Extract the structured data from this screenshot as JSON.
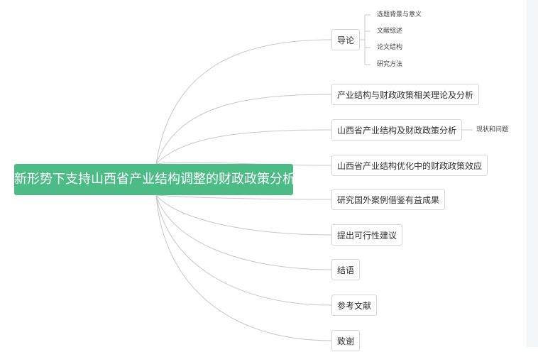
{
  "root": {
    "label": "新形势下支持山西省产业结构调整的财政政策分析"
  },
  "branches": [
    {
      "label": "导论",
      "children": [
        "选题背景与意义",
        "文献综述",
        "论文结构",
        "研究方法"
      ]
    },
    {
      "label": "产业结构与财政政策相关理论及分析"
    },
    {
      "label": "山西省产业结构及财政政策分析",
      "children": [
        "现状和问题"
      ]
    },
    {
      "label": "山西省产业结构优化中的财政政策效应"
    },
    {
      "label": "研究国外案例借鉴有益成果"
    },
    {
      "label": "提出可行性建议"
    },
    {
      "label": "结语"
    },
    {
      "label": "参考文献"
    },
    {
      "label": "致谢"
    }
  ],
  "colors": {
    "root_fill": "#4cbb86",
    "connector": "#c8c8c8",
    "node_border": "#d3d7dc"
  }
}
